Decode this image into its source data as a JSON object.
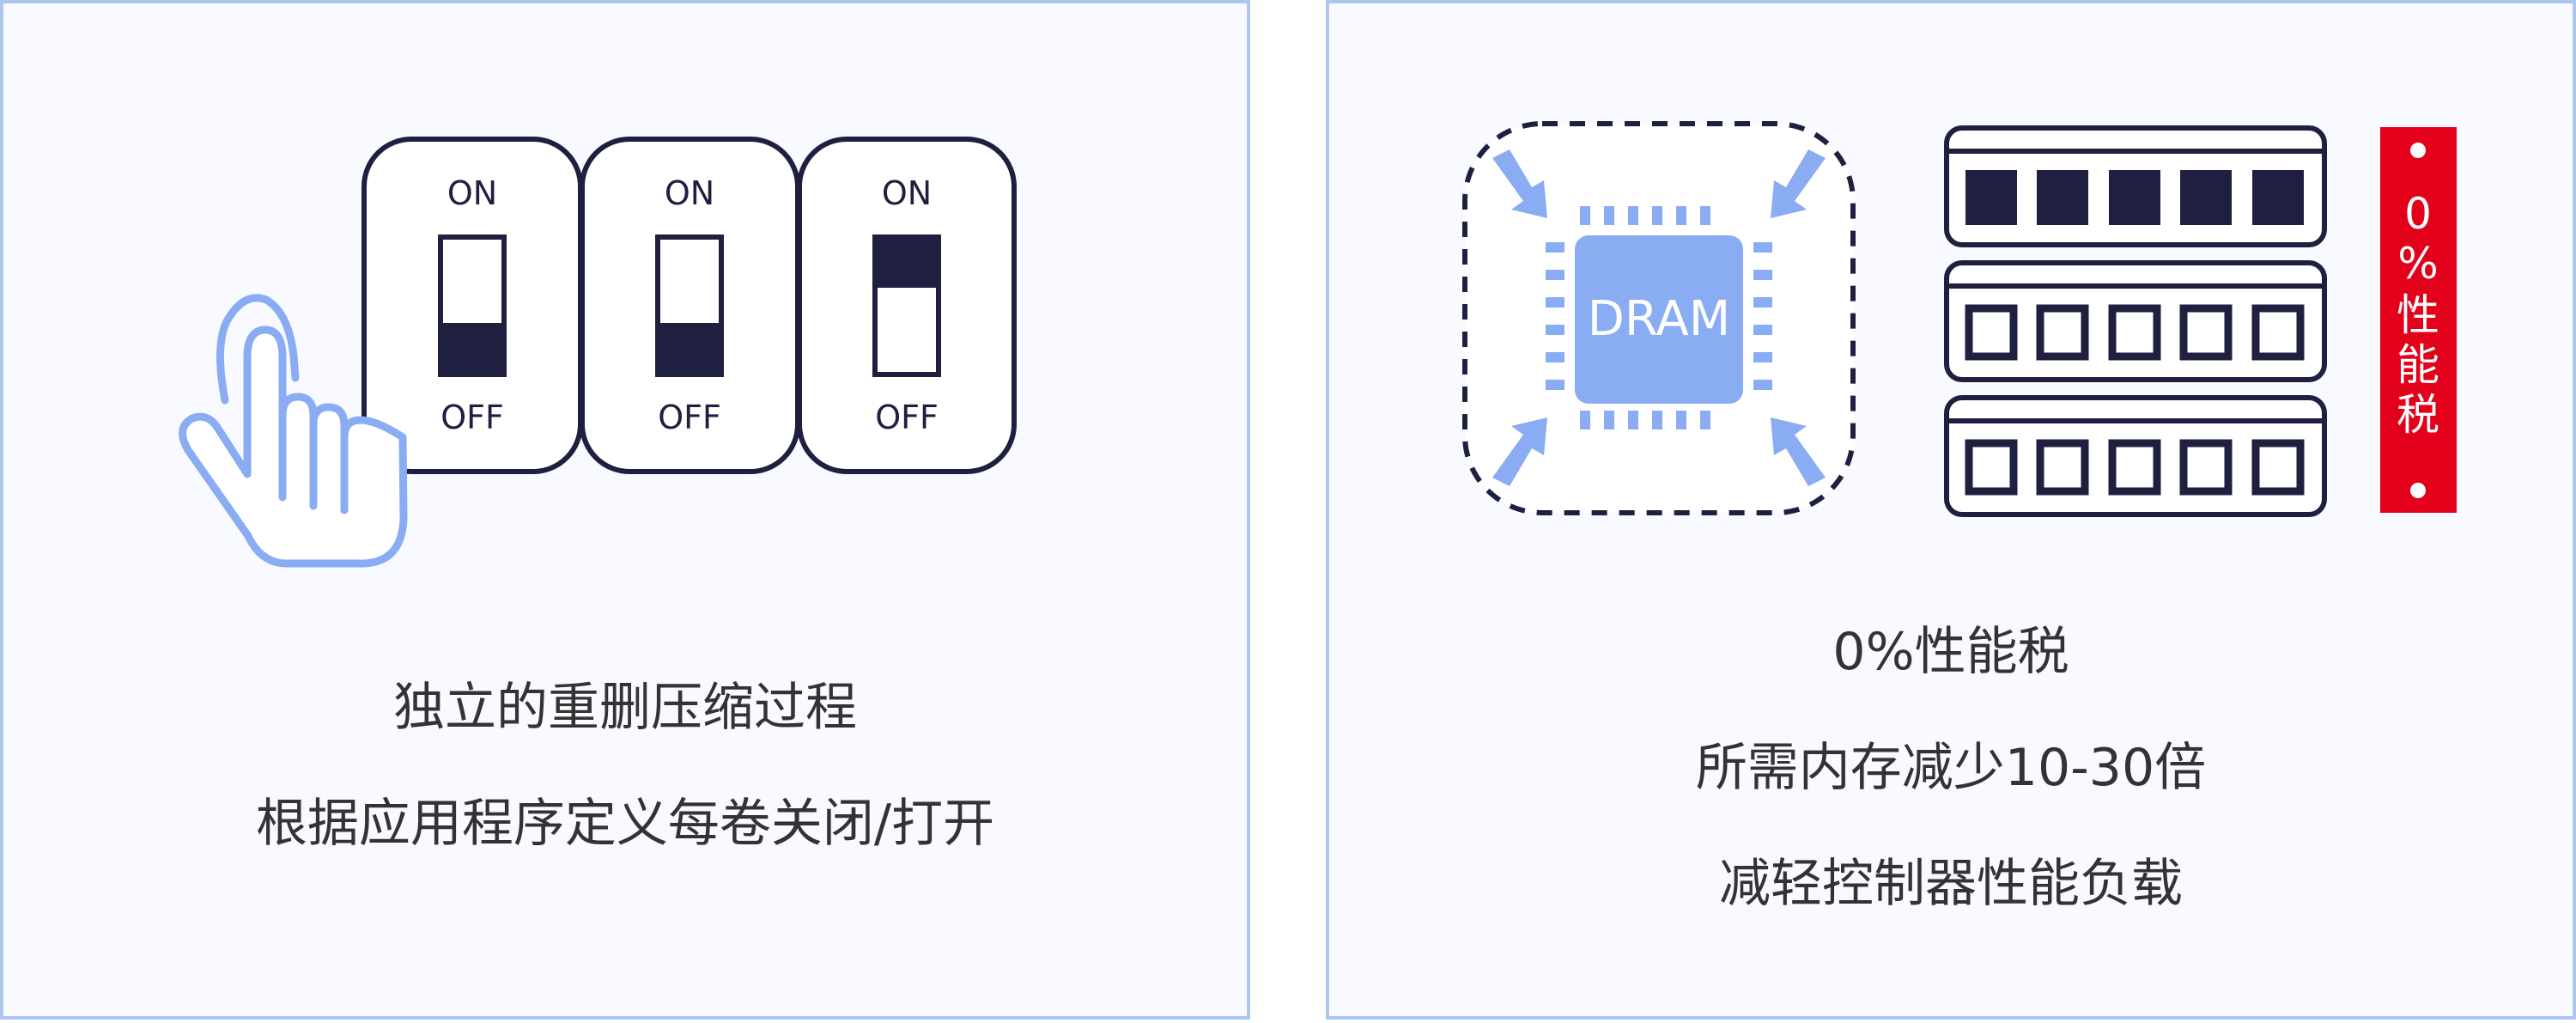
{
  "left": {
    "switches": [
      {
        "on_label": "ON",
        "off_label": "OFF",
        "state": "off"
      },
      {
        "on_label": "ON",
        "off_label": "OFF",
        "state": "off"
      },
      {
        "on_label": "ON",
        "off_label": "OFF",
        "state": "on"
      }
    ],
    "icons": {
      "hand": "pointing-hand-icon"
    },
    "caption_line1": "独立的重删压缩过程",
    "caption_line2": "根据应用程序定义每卷关闭/打开"
  },
  "right": {
    "chip_label": "DRAM",
    "memory_modules": [
      {
        "state": "filled",
        "cells": 5
      },
      {
        "state": "empty",
        "cells": 5
      },
      {
        "state": "empty",
        "cells": 5
      }
    ],
    "tag": {
      "chars": [
        "0",
        "%",
        "性",
        "能",
        "税"
      ]
    },
    "caption_line1": "0%性能税",
    "caption_line2": "所需内存减少10-30倍",
    "caption_line3": "减轻控制器性能负载"
  },
  "colors": {
    "panel_bg": "#f8faff",
    "panel_border": "#adc6f0",
    "dark": "#1f1f40",
    "accent_blue": "#8aacf2",
    "tag_red": "#e2001a",
    "text": "#333333"
  }
}
